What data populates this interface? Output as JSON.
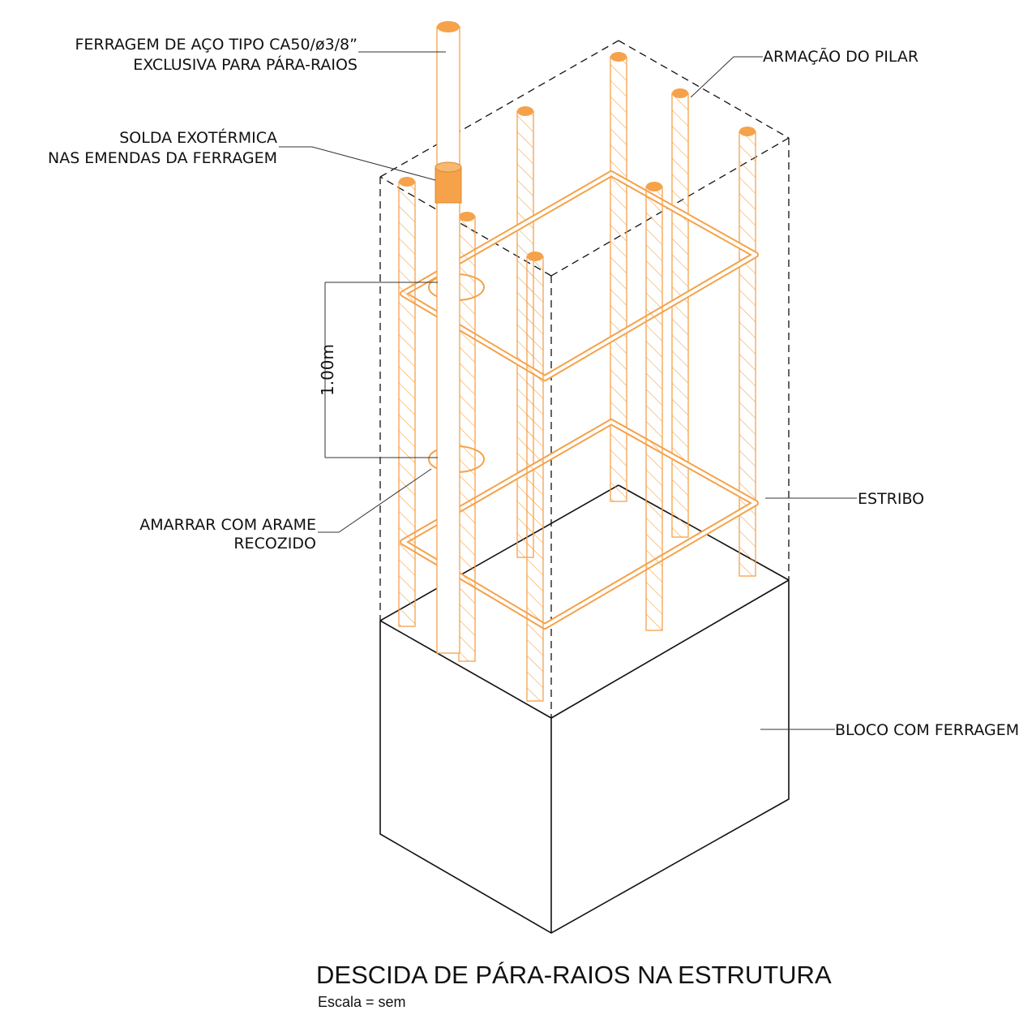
{
  "labels": {
    "ferragem_line1": "FERRAGEM DE AÇO TIPO CA50/ø3/8”",
    "ferragem_line2": "EXCLUSIVA PARA PÁRA-RAIOS",
    "solda_line1": "SOLDA EXOTÉRMICA",
    "solda_line2": "NAS EMENDAS DA FERRAGEM",
    "armacao": "ARMAÇÃO DO PILAR",
    "estribo": "ESTRIBO",
    "amarrar_line1": "AMARRAR COM ARAME",
    "amarrar_line2": "RECOZIDO",
    "bloco": "BLOCO COM FERRAGEM",
    "dimension": "1.00m"
  },
  "title": "DESCIDA DE PÁRA-RAIOS NA ESTRUTURA",
  "scale_note": "Escala = sem",
  "colors": {
    "rebar": "#f5a24a",
    "rebar_fill": "#ffffff",
    "weld": "#f5a24a",
    "lines": "#111111",
    "leader": "#333333"
  }
}
